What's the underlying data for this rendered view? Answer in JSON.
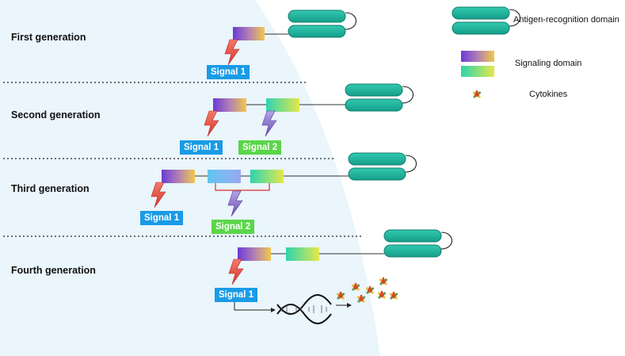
{
  "generations": [
    {
      "label": "First generation",
      "signals": [
        "Signal 1"
      ]
    },
    {
      "label": "Second generation",
      "signals": [
        "Signal 1",
        "Signal 2"
      ]
    },
    {
      "label": "Third generation",
      "signals": [
        "Signal 1",
        "Signal 2"
      ]
    },
    {
      "label": "Fourth generation",
      "signals": [
        "Signal 1"
      ]
    }
  ],
  "legend": {
    "antigen": "Antigen-recognition domain",
    "signaling": "Signaling domain",
    "cytokines": "Cytokines"
  },
  "colors": {
    "membrane_bg": "#eaf5fc",
    "antigen_fill": "#1fb8a0",
    "signal_blue": "#1a9be6",
    "signal_green": "#5ad64a",
    "lightning_red": "#e8453c",
    "lightning_purple": "#8a6fc8"
  }
}
